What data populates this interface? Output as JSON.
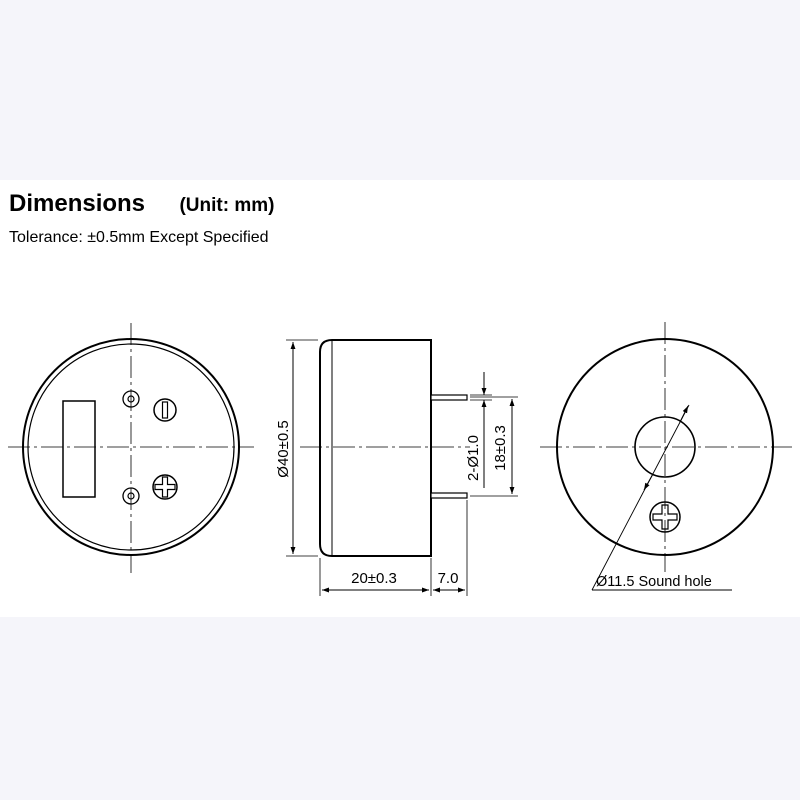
{
  "header": {
    "title": "Dimensions",
    "unit": "(Unit: mm)",
    "tolerance": "Tolerance: ±0.5mm Except Specified"
  },
  "labels": {
    "diameter": "Ø40±0.5",
    "pin_diameter": "2-Ø1.0",
    "pin_spacing": "18±0.3",
    "body_height": "20±0.3",
    "pin_length": "7.0",
    "sound_hole": "Ø11.5 Sound hole"
  }
}
